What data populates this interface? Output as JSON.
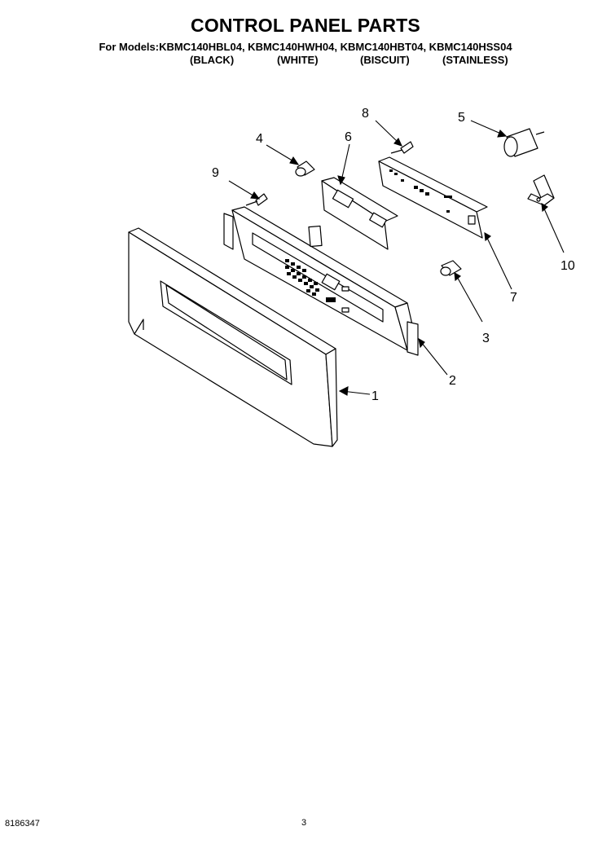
{
  "title": "CONTROL PANEL PARTS",
  "models_line": "For Models:KBMC140HBL04, KBMC140HWH04, KBMC140HBT04, KBMC140HSS04",
  "colors": [
    "(BLACK)",
    "(WHITE)",
    "(BISCUIT)",
    "(STAINLESS)"
  ],
  "callouts": [
    "1",
    "2",
    "3",
    "4",
    "5",
    "6",
    "7",
    "8",
    "9",
    "10"
  ],
  "footer": {
    "doc_number": "8186347",
    "page": "3"
  }
}
